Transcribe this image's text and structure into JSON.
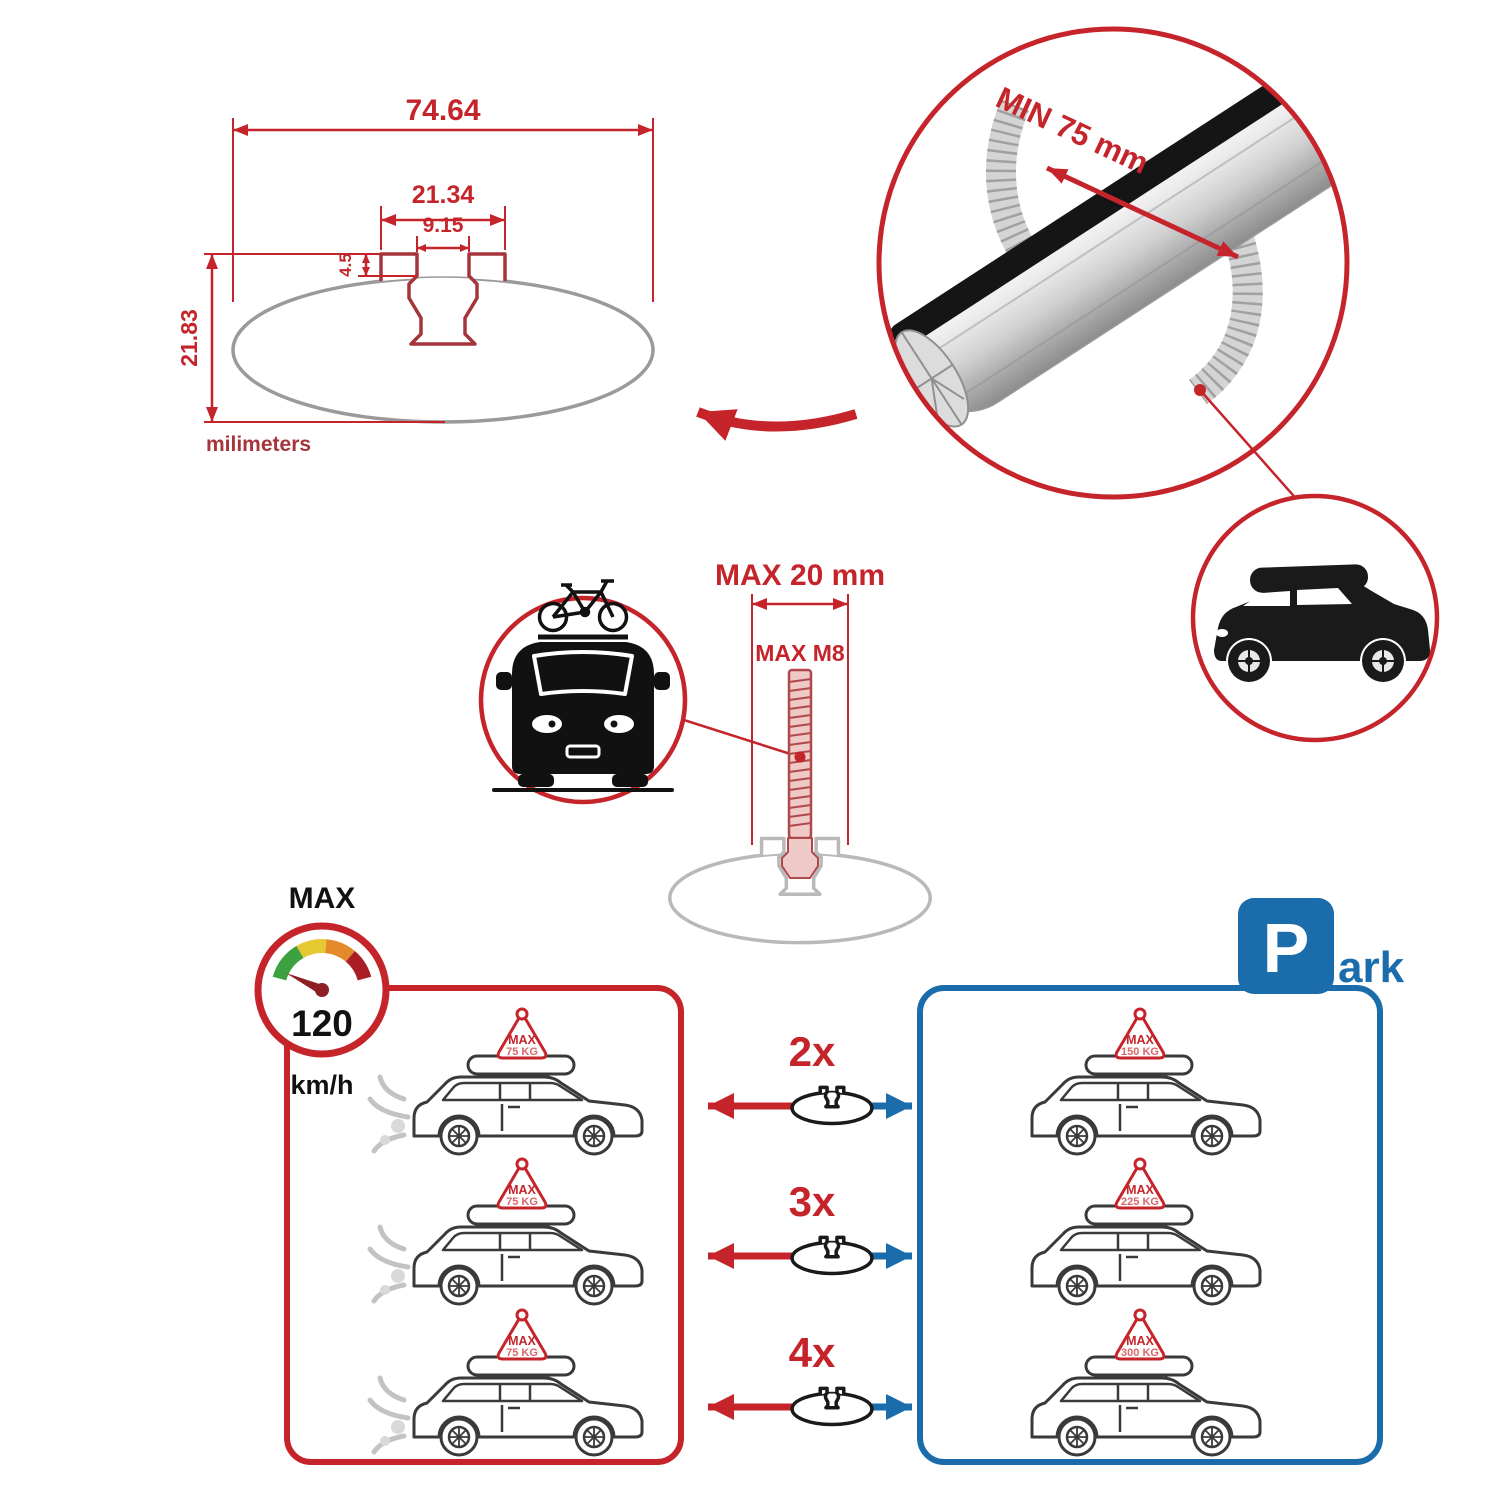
{
  "colors": {
    "accent_red": "#c5242b",
    "accent_blue": "#1b6cab",
    "dim_red": "#a5353a"
  },
  "dimension_diagram": {
    "total_width": "74.64",
    "channel_outer_width": "21.34",
    "channel_inner_width": "9.15",
    "lip_depth": "4.5",
    "total_height": "21.83",
    "units_label": "milimeters"
  },
  "bar_detail": {
    "min_clamp_span": "MIN 75 mm"
  },
  "bolt": {
    "max_width": "MAX 20 mm",
    "max_thread": "MAX M8"
  },
  "speed_gauge": {
    "label": "MAX",
    "value": "120",
    "unit": "km/h"
  },
  "parking_sign": {
    "letter": "P",
    "suffix": "ark"
  },
  "load_rows": [
    {
      "qty": "2x",
      "driving_max": "MAX",
      "driving_weight": "75 KG",
      "parked_max": "MAX",
      "parked_weight": "150 KG"
    },
    {
      "qty": "3x",
      "driving_max": "MAX",
      "driving_weight": "75 KG",
      "parked_max": "MAX",
      "parked_weight": "225 KG"
    },
    {
      "qty": "4x",
      "driving_max": "MAX",
      "driving_weight": "75 KG",
      "parked_max": "MAX",
      "parked_weight": "300 KG"
    }
  ]
}
